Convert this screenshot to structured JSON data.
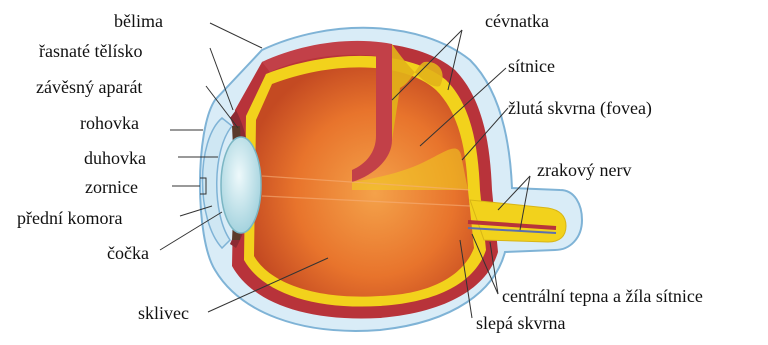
{
  "labels": {
    "belima": "bělima",
    "rasnate_telisko": "řasnaté tělísko",
    "zavesny_aparat": "závěsný aparát",
    "rohovka": "rohovka",
    "duhovka": "duhovka",
    "zornice": "zornice",
    "predni_komora": "přední komora",
    "cocka": "čočka",
    "sklivec": "sklivec",
    "cevnatka": "cévnatka",
    "sitnice": "sítnice",
    "zluta_skvrna": "žlutá skvrna (fovea)",
    "zrakovy_nerv": "zrakový nerv",
    "centralni_tepna": "centrální tepna a žíla sítnice",
    "slepa_skvrna": "slepá skvrna"
  },
  "colors": {
    "sclera_outer": "#d9ecf7",
    "sclera_line": "#7fb3d6",
    "choroid": "#b8333a",
    "retina": "#f2d21c",
    "vitreous": "#e6702e",
    "lens": "#bfe4ec",
    "leader_line": "#333333"
  }
}
